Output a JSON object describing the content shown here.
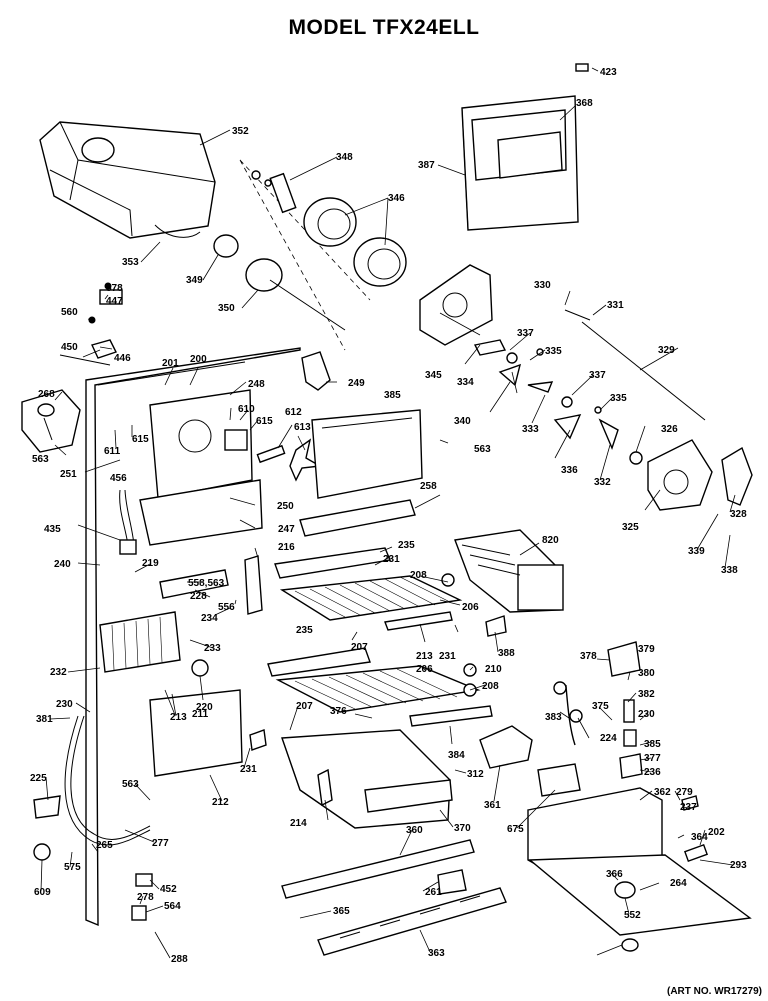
{
  "title": "MODEL TFX24ELL",
  "art_number": "(ART NO. WR17279)",
  "part_labels": [
    "423",
    "352",
    "368",
    "387",
    "348",
    "346",
    "353",
    "349",
    "350",
    "578",
    "447",
    "560",
    "330",
    "331",
    "450",
    "446",
    "337",
    "345",
    "334",
    "335",
    "329",
    "201",
    "200",
    "249",
    "268",
    "248",
    "610",
    "385",
    "615",
    "612",
    "613",
    "340",
    "333",
    "337",
    "335",
    "611",
    "615",
    "563",
    "326",
    "563",
    "251",
    "336",
    "332",
    "456",
    "325",
    "250",
    "258",
    "328",
    "435",
    "247",
    "216",
    "235",
    "820",
    "231",
    "339",
    "240",
    "219",
    "338",
    "208",
    "558,563",
    "228",
    "206",
    "556",
    "234",
    "235",
    "388",
    "233",
    "207",
    "213",
    "231",
    "210",
    "379",
    "378",
    "380",
    "232",
    "206",
    "220",
    "208",
    "382",
    "230",
    "211",
    "207",
    "376",
    "383",
    "375",
    "224",
    "381",
    "230",
    "213",
    "384",
    "385",
    "377",
    "236",
    "231",
    "312",
    "361",
    "362",
    "279",
    "225",
    "563",
    "237",
    "214",
    "212",
    "370",
    "675",
    "364",
    "202",
    "277",
    "360",
    "293",
    "265",
    "575",
    "366",
    "264",
    "609",
    "452",
    "278",
    "261",
    "564",
    "365",
    "552",
    "288",
    "363"
  ]
}
